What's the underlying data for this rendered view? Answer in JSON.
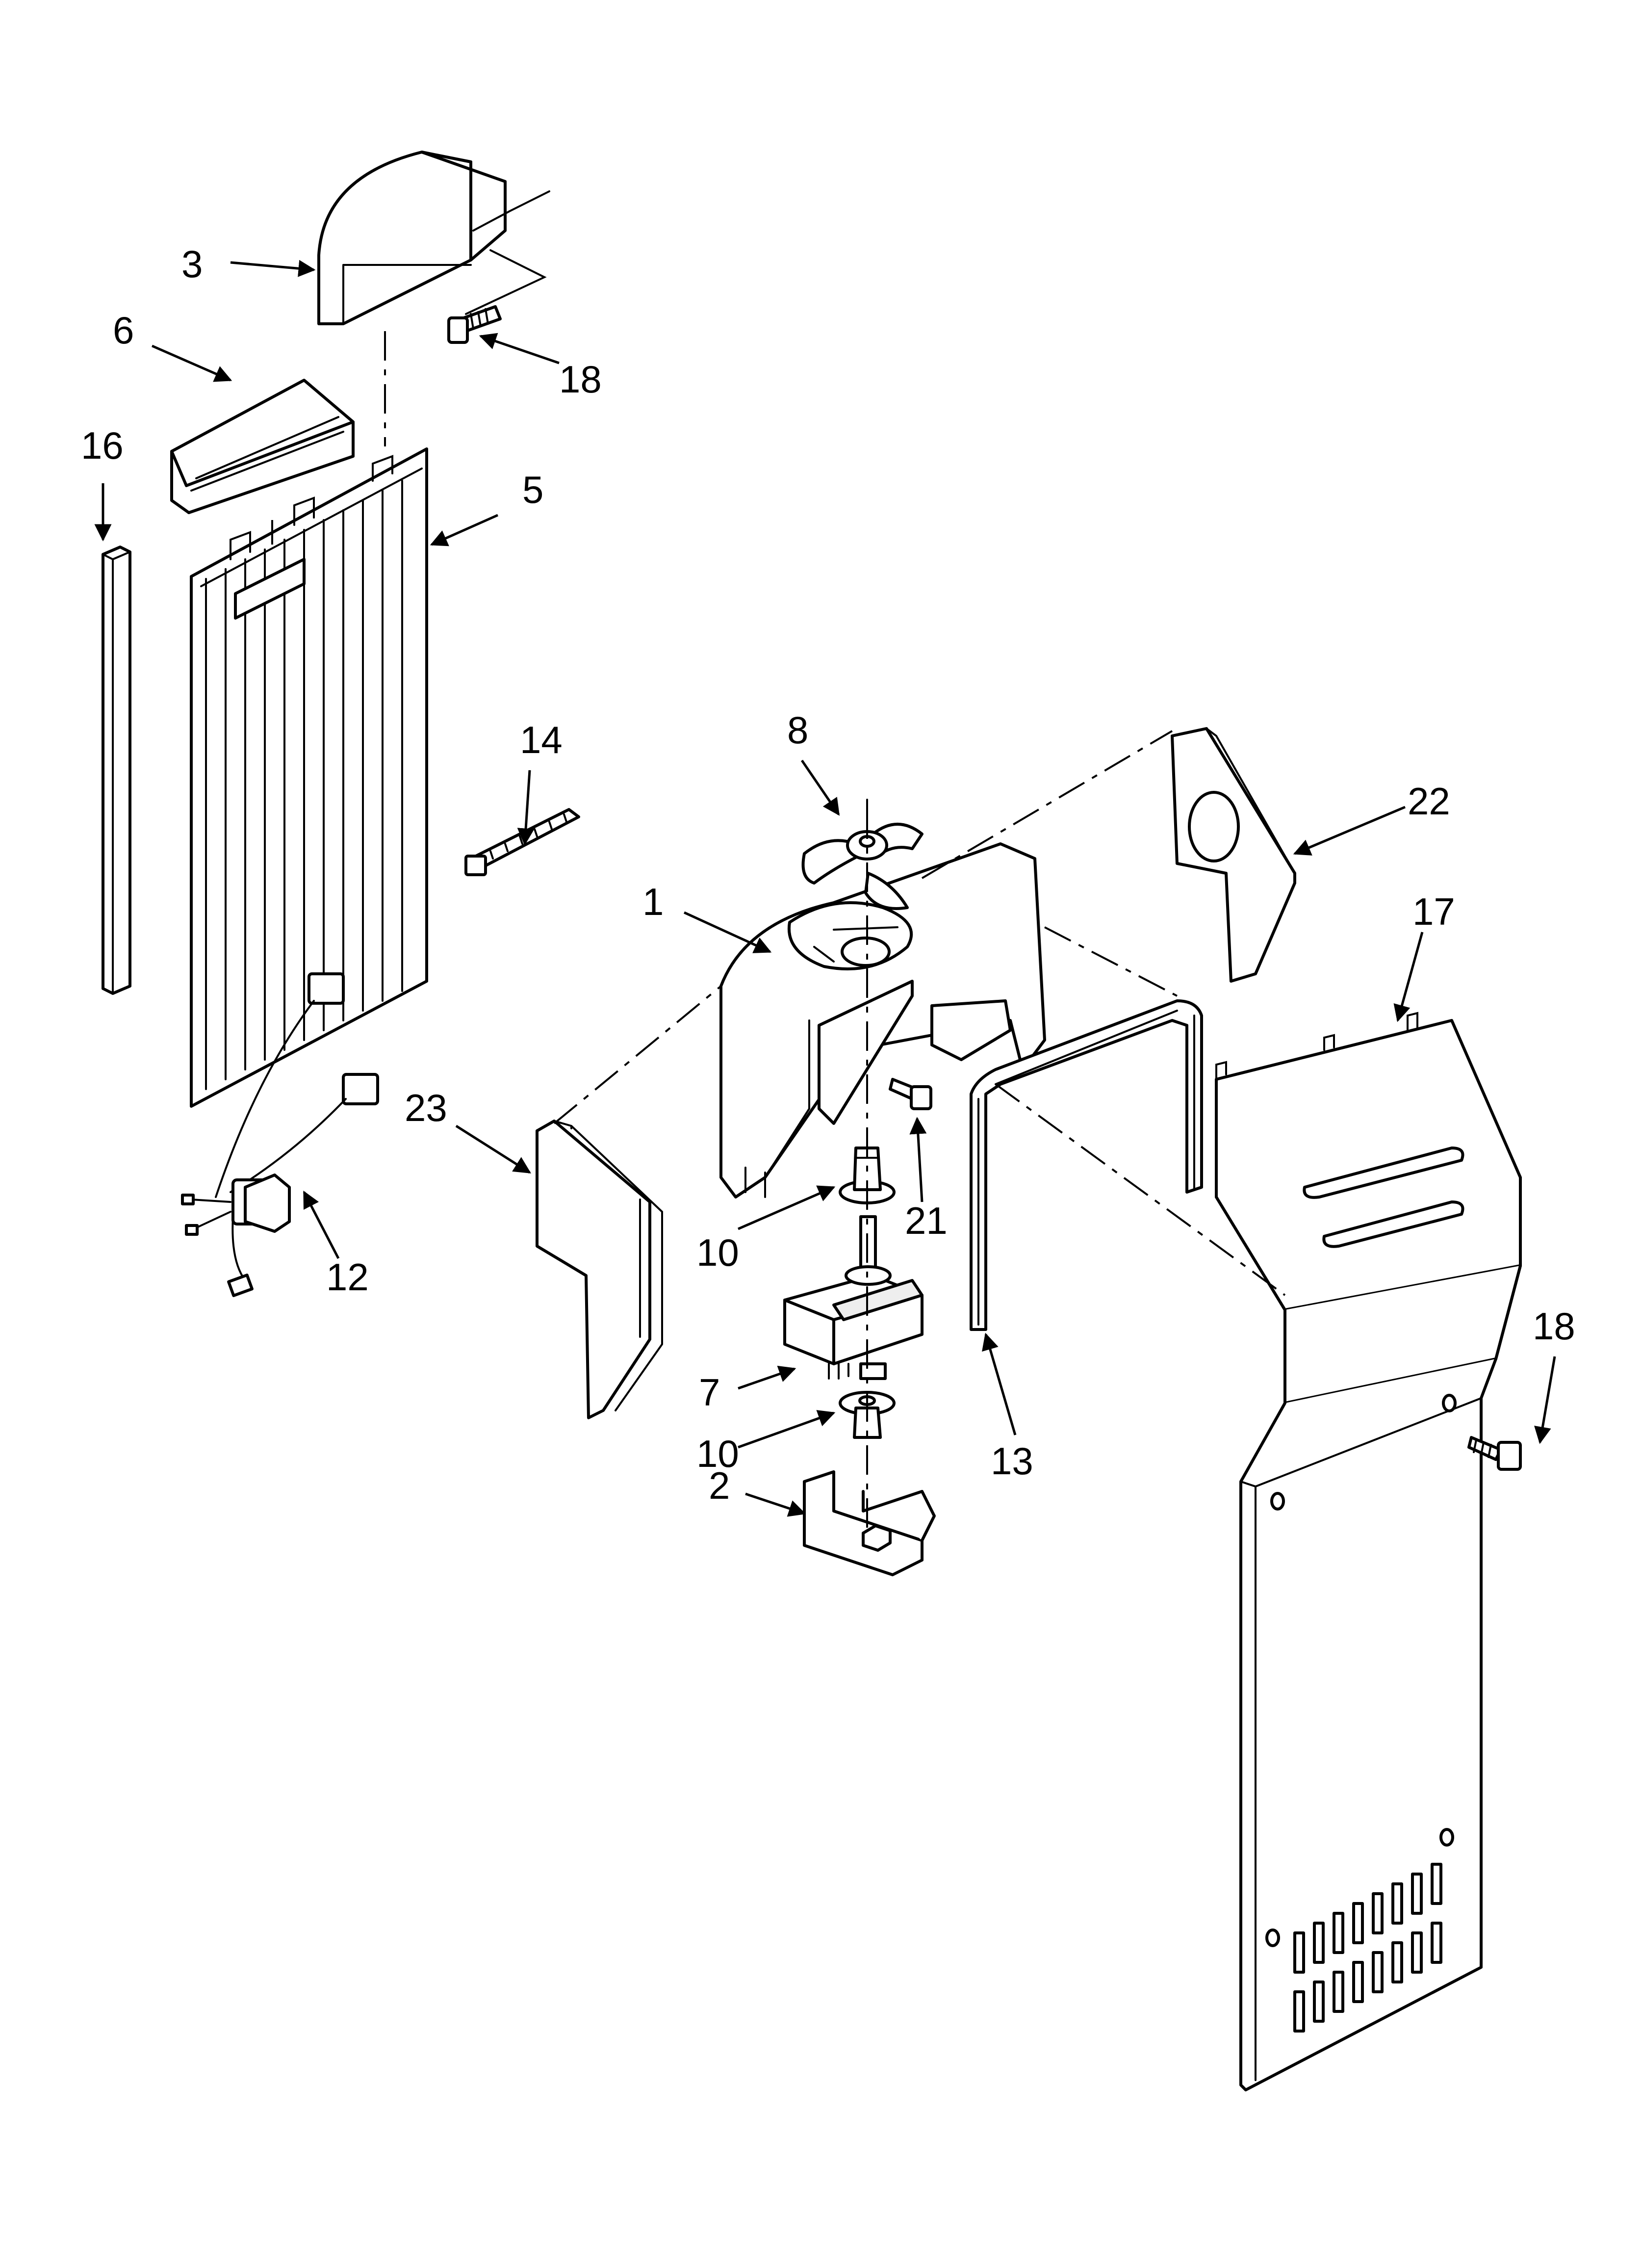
{
  "callouts": {
    "c1": "1",
    "c2": "2",
    "c3": "3",
    "c5": "5",
    "c6": "6",
    "c7": "7",
    "c8": "8",
    "c10a": "10",
    "c10b": "10",
    "c12": "12",
    "c13": "13",
    "c14": "14",
    "c16": "16",
    "c17": "17",
    "c18a": "18",
    "c18b": "18",
    "c21": "21",
    "c22": "22",
    "c23": "23"
  }
}
